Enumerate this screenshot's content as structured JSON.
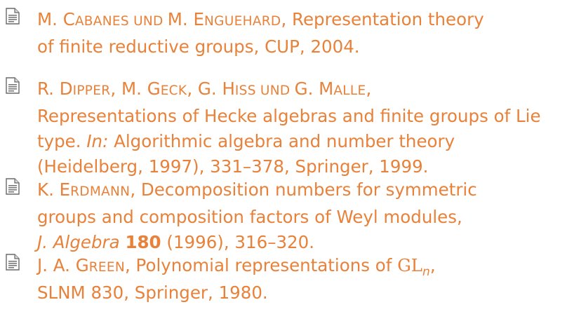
{
  "entries": [
    {
      "icon": "article-icon",
      "author_parts": [
        {
          "big": "M. C",
          "small": "ABANES UND "
        },
        {
          "big": "M. E",
          "small": "NGUEHARD"
        }
      ],
      "line1_rest": ", Representation theory",
      "line2": "of finite reductive groups, CUP, 2004."
    },
    {
      "icon": "article-icon",
      "author_parts": [
        {
          "big": "R. D",
          "small": "IPPER"
        },
        {
          "big": ", M. G",
          "small": "ECK"
        },
        {
          "big": ", G. H",
          "small": "ISS UND "
        },
        {
          "big": "G. M",
          "small": "ALLE"
        }
      ],
      "line1_rest": ",",
      "line2": "Representations of Hecke algebras and finite groups of Lie",
      "line3_pre": "type. ",
      "line3_in": "In:",
      "line3_rest": " Algorithmic algebra and number theory",
      "line4": "(Heidelberg, 1997), 331–378, Springer, 1999."
    },
    {
      "icon": "article-icon",
      "author_parts": [
        {
          "big": "K. E",
          "small": "RDMANN"
        }
      ],
      "line1_rest": ", Decomposition numbers for symmetric",
      "line2": "groups and composition factors of Weyl modules,",
      "journal": "J. Algebra",
      "volume": "180",
      "line3_rest": " (1996), 316–320."
    },
    {
      "icon": "article-icon",
      "author_parts": [
        {
          "big": "J. A. G",
          "small": "REEN"
        }
      ],
      "line1_rest": ", Polynomial representations of ",
      "gl": "GL",
      "gl_sub": "n",
      "line1_end": ",",
      "line2": "SLNM 830, Springer, 1980."
    }
  ]
}
